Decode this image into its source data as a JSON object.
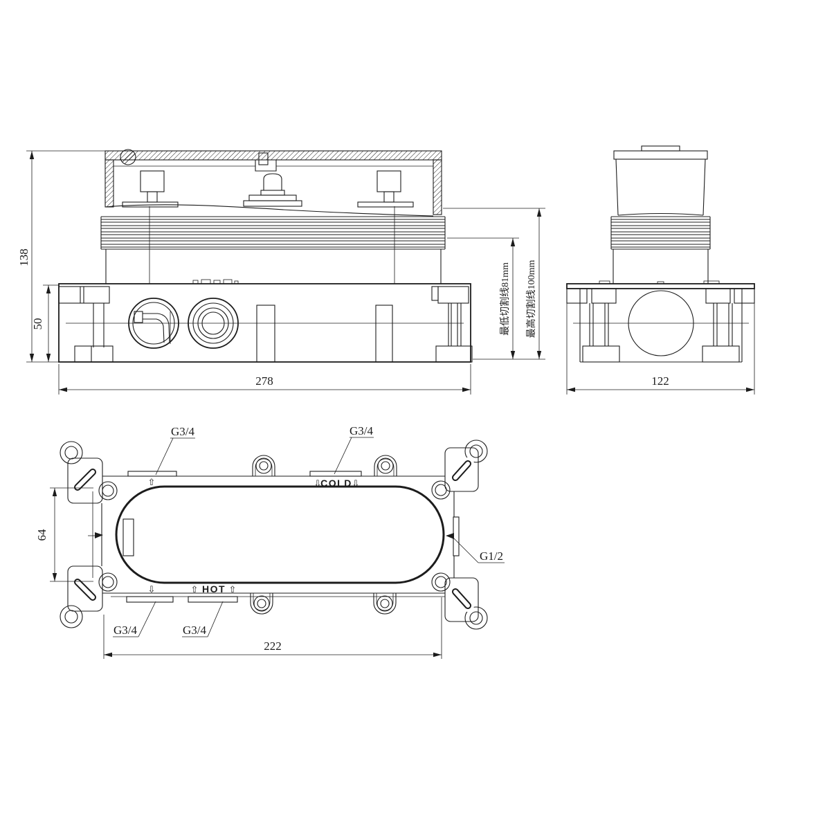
{
  "page": {
    "background": "#ffffff",
    "line_color": "#1c1c1c"
  },
  "front_view": {
    "dim_overall_height": "138",
    "dim_box_height": "50",
    "dim_overall_width": "278",
    "cut_line_min_label": "最低切割线81mm",
    "cut_line_max_label": "最高切割线100mm"
  },
  "side_view": {
    "dim_overall_width": "122"
  },
  "plan_view": {
    "dim_opening_height": "64",
    "dim_body_width": "222",
    "labels": {
      "port_top_left": "G3/4",
      "port_cold": "G3/4",
      "port_bottom_left": "G3/4",
      "port_hot": "G3/4",
      "port_side": "G1/2",
      "cold": "COLD",
      "hot": "HOT"
    },
    "glyphs": {
      "arrow_up": "⇧",
      "arrow_down": "⇩"
    }
  }
}
